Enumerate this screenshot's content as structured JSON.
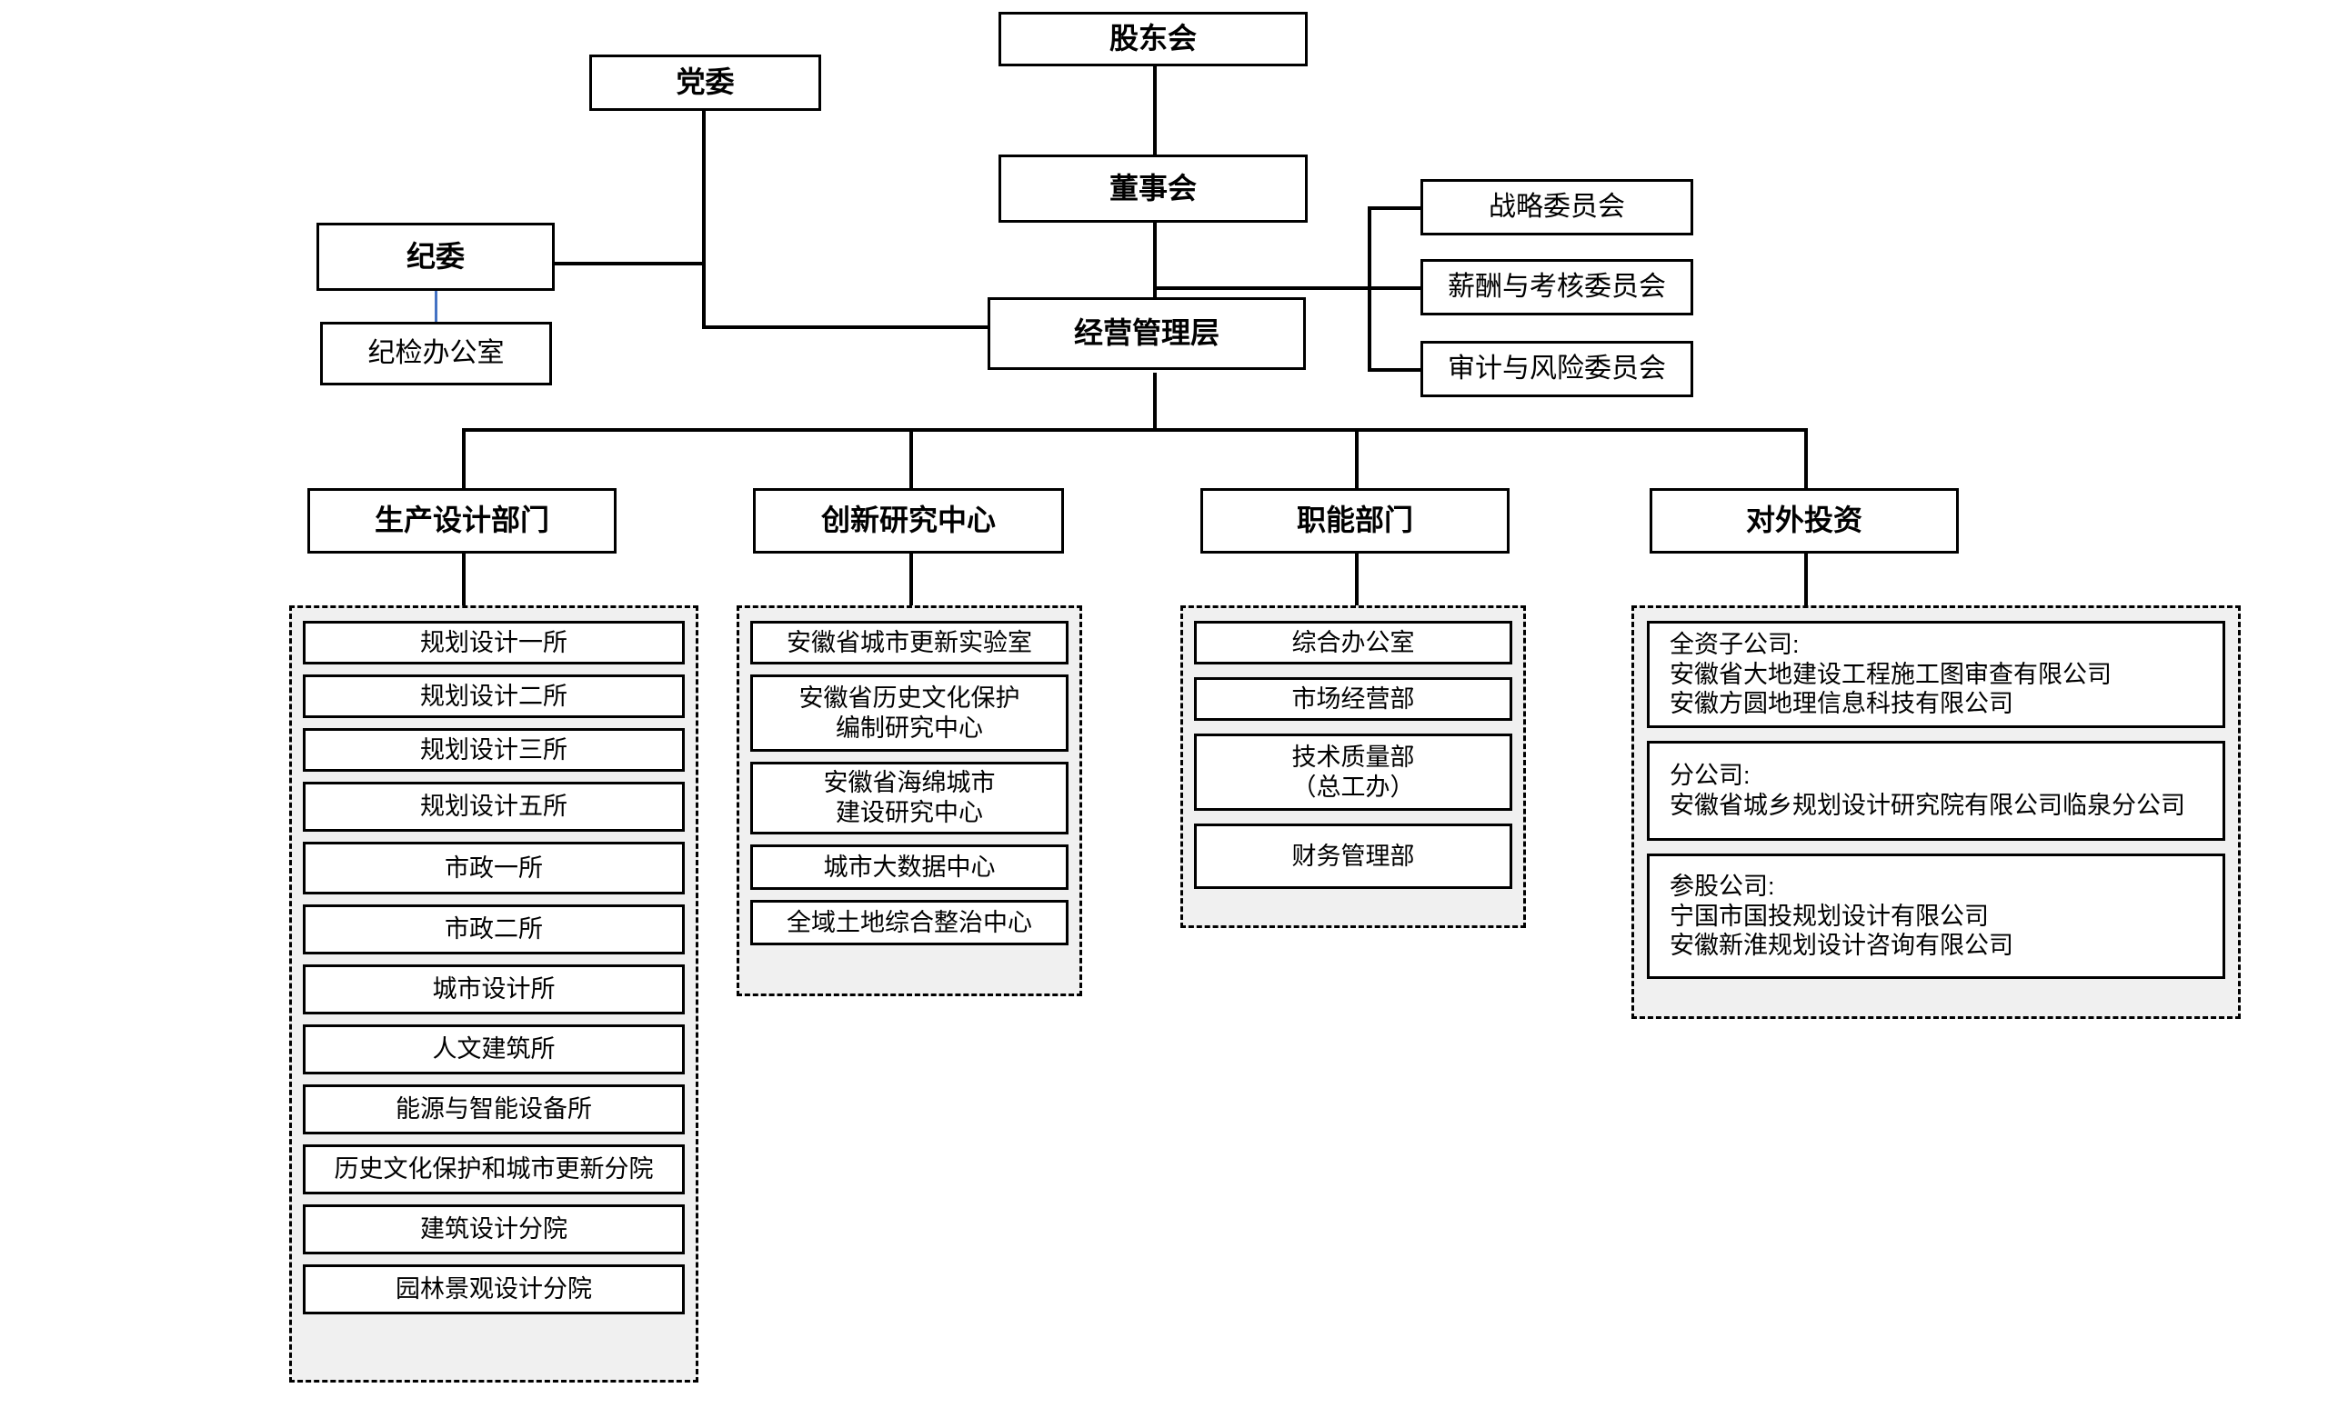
{
  "title_note": "组织架构图",
  "top": {
    "shareholders": "股东会",
    "board": "董事会",
    "management": "经营管理层",
    "party_committee": "党委",
    "discipline_committee": "纪委",
    "discipline_office": "纪检办公室"
  },
  "committees": [
    {
      "label": "战略委员会"
    },
    {
      "label": "薪酬与考核委员会"
    },
    {
      "label": "审计与风险委员会"
    }
  ],
  "departments": [
    {
      "head": "生产设计部门",
      "items": [
        {
          "label": "规划设计一所"
        },
        {
          "label": "规划设计二所"
        },
        {
          "label": "规划设计三所"
        },
        {
          "label": "规划设计五所"
        },
        {
          "label": "市政一所"
        },
        {
          "label": "市政二所"
        },
        {
          "label": "城市设计所"
        },
        {
          "label": "人文建筑所"
        },
        {
          "label": "能源与智能设备所"
        },
        {
          "label": "历史文化保护和城市更新分院"
        },
        {
          "label": "建筑设计分院"
        },
        {
          "label": "园林景观设计分院"
        }
      ]
    },
    {
      "head": "创新研究中心",
      "items": [
        {
          "label": "安徽省城市更新实验室"
        },
        {
          "label": "安徽省历史文化保护\n编制研究中心"
        },
        {
          "label": "安徽省海绵城市\n建设研究中心"
        },
        {
          "label": "城市大数据中心"
        },
        {
          "label": "全域土地综合整治中心"
        }
      ]
    },
    {
      "head": "职能部门",
      "items": [
        {
          "label": "综合办公室"
        },
        {
          "label": "市场经营部"
        },
        {
          "label": "技术质量部\n（总工办）"
        },
        {
          "label": "财务管理部"
        }
      ]
    },
    {
      "head": "对外投资",
      "items": [
        {
          "label": "全资子公司:\n    安徽省大地建设工程施工图审查有限公司\n    安徽方圆地理信息科技有限公司"
        },
        {
          "label": "分公司:\n 安徽省城乡规划设计研究院有限公司临泉分公司"
        },
        {
          "label": "参股公司:\n    宁国市国投规划设计有限公司\n    安徽新淮规划设计咨询有限公司"
        }
      ]
    }
  ],
  "colors": {
    "line": "#000000",
    "accent_line": "#4472c4",
    "group_fill": "#f0f0f0",
    "box_fill": "#ffffff",
    "text": "#000000"
  }
}
